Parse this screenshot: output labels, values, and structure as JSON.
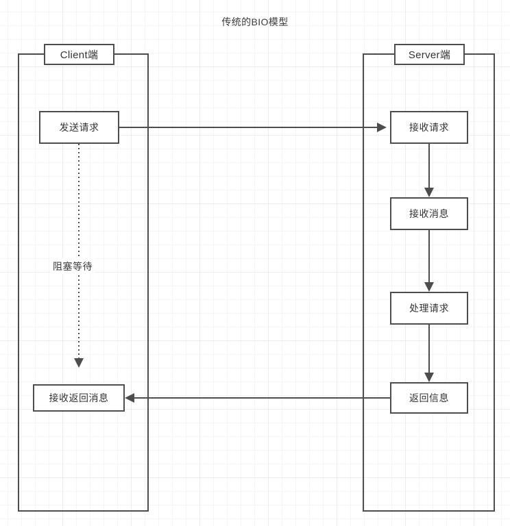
{
  "diagram": {
    "title": "传统的BIO模型",
    "type": "flowchart",
    "lanes": [
      {
        "id": "client",
        "header": "Client端"
      },
      {
        "id": "server",
        "header": "Server端"
      }
    ],
    "nodes": {
      "send_request": "发送请求",
      "receive_return_message": "接收返回消息",
      "receive_request": "接收请求",
      "receive_message": "接收消息",
      "process_request": "处理请求",
      "return_information": "返回信息"
    },
    "edges": {
      "blocking_wait_label": "阻塞等待"
    },
    "colors": {
      "stroke": "#4d4d4d",
      "text": "#333333",
      "background": "#ffffff",
      "grid_minor": "#f4f4f4",
      "grid_major": "#ececec"
    }
  }
}
